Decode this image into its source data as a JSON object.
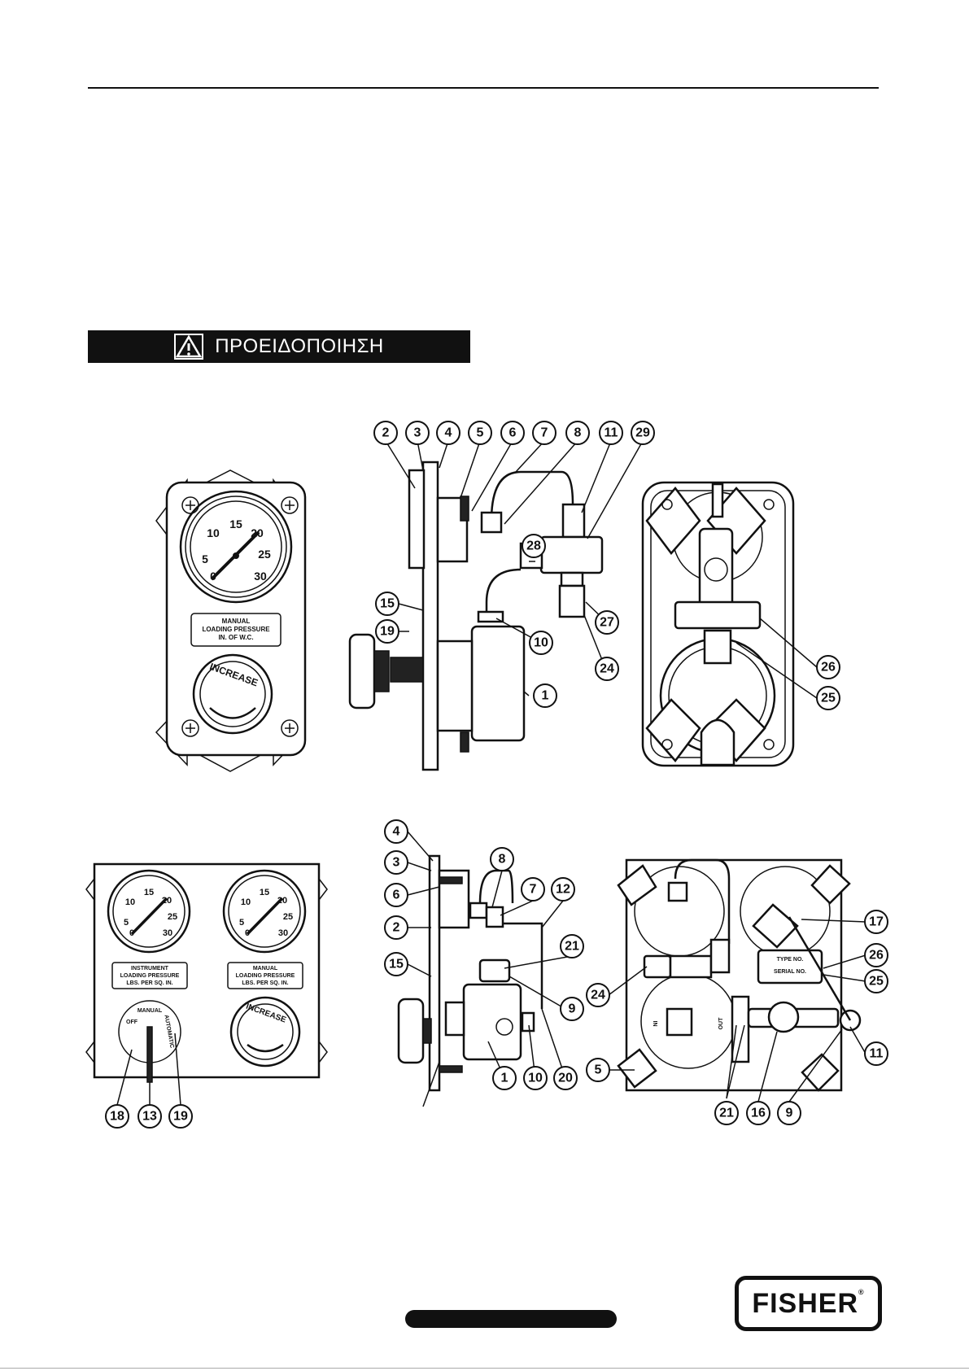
{
  "warning": {
    "label": "ΠΡΟΕΙΔΟΠΟΙΗΣΗ",
    "icon": "warning-triangle-icon"
  },
  "figure_top": {
    "front_gauge": {
      "scale": [
        "5",
        "10",
        "15",
        "20",
        "25",
        "30",
        "0"
      ],
      "plate": [
        "MANUAL",
        "LOADING PRESSURE",
        "IN. OF W.C."
      ],
      "knob": "INCREASE"
    },
    "side_callouts": [
      "2",
      "3",
      "4",
      "5",
      "6",
      "7",
      "8",
      "11",
      "29",
      "28",
      "15",
      "19",
      "10",
      "27",
      "24",
      "1"
    ],
    "back_callouts": [
      "26",
      "25"
    ]
  },
  "figure_bottom": {
    "front": {
      "gauge_left_plate": [
        "INSTRUMENT",
        "LOADING PRESSURE",
        "LBS. PER SQ. IN."
      ],
      "gauge_right_plate": [
        "MANUAL",
        "LOADING PRESSURE",
        "LBS. PER SQ. IN."
      ],
      "scale": [
        "5",
        "10",
        "15",
        "20",
        "25",
        "30",
        "0"
      ],
      "switch": [
        "MANUAL",
        "OFF",
        "AUTOMATIC"
      ],
      "knob": "INCREASE",
      "callouts": [
        "18",
        "13",
        "19"
      ]
    },
    "side_callouts": [
      "4",
      "3",
      "6",
      "2",
      "15",
      "8",
      "7",
      "12",
      "21",
      "9",
      "1",
      "10",
      "20"
    ],
    "back": {
      "plate": [
        "TYPE NO.",
        "SERIAL NO."
      ],
      "ports": [
        "IN",
        "OUT"
      ],
      "callouts": [
        "17",
        "26",
        "25",
        "24",
        "11",
        "5",
        "21",
        "16",
        "9"
      ]
    }
  },
  "logo": {
    "text": "FISHER",
    "mark": "®"
  }
}
